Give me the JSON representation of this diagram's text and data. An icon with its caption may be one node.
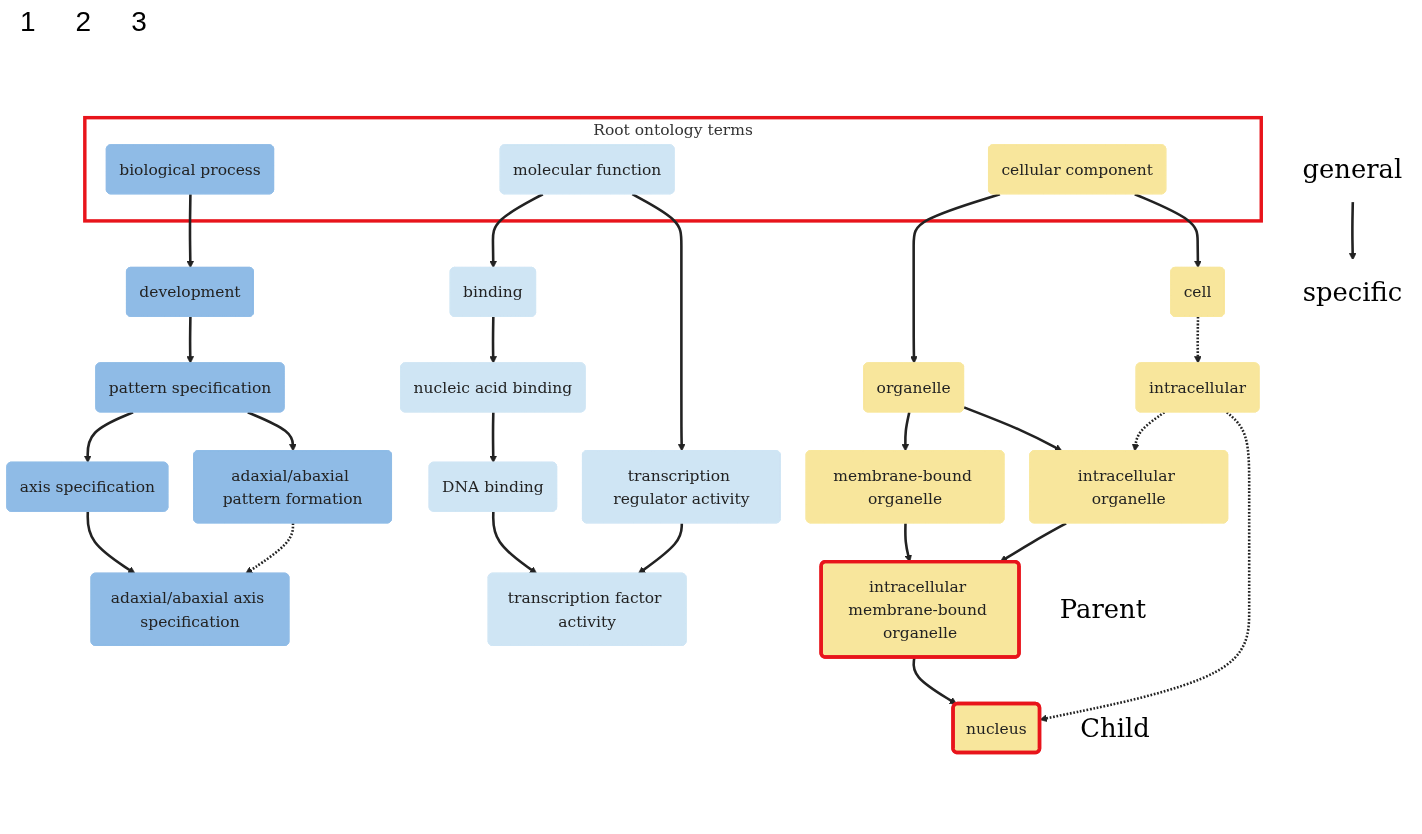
{
  "diagram": {
    "nodes": [
      {
        "text": [
          "Root ontology terms"
        ]
      },
      {
        "text": [
          "biological process"
        ],
        "in": 0
      },
      {
        "text": [
          "development"
        ]
      },
      {
        "text": [
          "pattern specification"
        ]
      },
      {
        "text": [
          "axis specification"
        ]
      },
      {
        "text": [
          "adaxial/abaxial pattern formation"
        ]
      },
      {
        "text": [
          "adaxial/abaxial axis specification"
        ]
      },
      {
        "text": [
          "molecular function"
        ],
        "in": 0
      },
      {
        "text": [
          "binding"
        ]
      },
      {
        "text": [
          "transcription regulator activity"
        ]
      },
      {
        "text": [
          "nucleic acid binding"
        ]
      },
      {
        "text": [
          "DNA binding"
        ]
      },
      {
        "text": [
          "transcription factor activity"
        ]
      },
      {
        "text": [
          "cellular component"
        ],
        "in": 0
      },
      {
        "text": [
          "organelle"
        ]
      },
      {
        "text": [
          "cell"
        ]
      },
      {
        "text": [
          "intracellular"
        ]
      },
      {
        "text": [
          "membrane-bound organelle"
        ]
      },
      {
        "text": [
          "intracellular organelle"
        ]
      },
      {
        "text": [
          "intracellular membrane-bound organelle"
        ],
        "beside": [
          "Parent"
        ]
      },
      {
        "text": [
          "nucleus"
        ],
        "beside": [
          "Child"
        ]
      },
      {
        "text": [
          "general"
        ]
      },
      {
        "text": [
          "specific"
        ]
      }
    ],
    "edges": [
      {
        "from": 1,
        "to": 2,
        "arrow": "to"
      },
      {
        "from": 2,
        "to": 3,
        "arrow": "to"
      },
      {
        "from": 3,
        "to": 4,
        "arrow": "to"
      },
      {
        "from": 3,
        "to": 5,
        "arrow": "to"
      },
      {
        "from": 4,
        "to": 6,
        "arrow": "to"
      },
      {
        "from": 5,
        "to": 6,
        "arrow": "to",
        "style": "dashed"
      },
      {
        "from": 7,
        "to": 8,
        "arrow": "to"
      },
      {
        "from": 7,
        "to": 9,
        "arrow": "to"
      },
      {
        "from": 8,
        "to": 10,
        "arrow": "to"
      },
      {
        "from": 10,
        "to": 11,
        "arrow": "to"
      },
      {
        "from": 11,
        "to": 12,
        "arrow": "to"
      },
      {
        "from": 9,
        "to": 12,
        "arrow": "to"
      },
      {
        "from": 13,
        "to": 14,
        "arrow": "to"
      },
      {
        "from": 13,
        "to": 15,
        "arrow": "to"
      },
      {
        "from": 14,
        "to": 17,
        "arrow": "to"
      },
      {
        "from": 14,
        "to": 18,
        "arrow": "to"
      },
      {
        "from": 15,
        "to": 16,
        "arrow": "to",
        "style": "dashed"
      },
      {
        "from": 16,
        "to": 18,
        "arrow": "to",
        "style": "dashed"
      },
      {
        "from": 16,
        "to": 20,
        "arrow": "to",
        "style": "dashed"
      },
      {
        "from": 17,
        "to": 19,
        "arrow": "to"
      },
      {
        "from": 18,
        "to": 19,
        "arrow": "to"
      },
      {
        "from": 19,
        "to": 20,
        "arrow": "to"
      },
      {
        "from": 21,
        "to": 22,
        "arrow": "to"
      }
    ],
    "labels": [
      "1",
      "2",
      "3"
    ]
  }
}
